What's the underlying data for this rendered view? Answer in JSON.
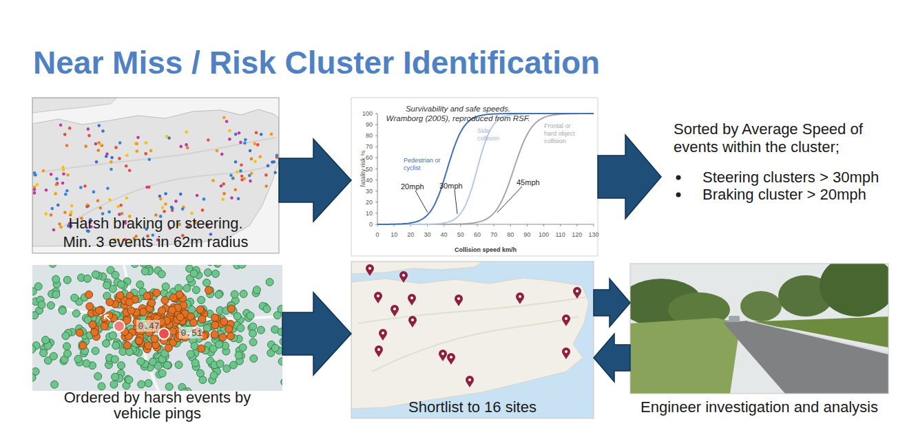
{
  "diagram": {
    "title": "Near Miss / Risk Cluster Identification",
    "nodes": [
      {
        "text": [
          "Harsh braking or steering.",
          "Min. 3 events in 62m radius"
        ]
      },
      {
        "text": [
          "Survivability and safe speeds.",
          "Wramborg (2005), reproduced from RSF."
        ]
      },
      {
        "text": [
          "Sorted by Average Speed of events within the cluster;",
          "Steering clusters > 30mph",
          "Braking cluster > 20mph"
        ]
      },
      {
        "text": [
          "Ordered by harsh events by vehicle pings"
        ]
      },
      {
        "text": [
          "Shortlist to 16 sites"
        ]
      },
      {
        "text": [
          "Engineer investigation and analysis"
        ]
      }
    ],
    "edges": [
      {
        "from": 0,
        "to": 1,
        "arrow": "to"
      },
      {
        "from": 1,
        "to": 2,
        "arrow": "to"
      },
      {
        "from": 3,
        "to": 4,
        "arrow": "to"
      },
      {
        "from": 4,
        "to": 5,
        "arrow": "to"
      },
      {
        "from": 5,
        "to": 4,
        "arrow": "to"
      }
    ],
    "labels": [
      "100",
      "90",
      "80",
      "70",
      "60",
      "50",
      "40",
      "30",
      "20",
      "10",
      "0",
      "0",
      "10",
      "20",
      "30",
      "40",
      "50",
      "60",
      "70",
      "80",
      "90",
      "100",
      "110",
      "120",
      "130",
      "fatality risk %",
      "Pedestrian or cyclist",
      "20mph",
      "30mph",
      "Side collision",
      "45mph",
      "Frontal or hard object collision",
      "Collision speed km/h",
      "0.47",
      "0.51"
    ]
  }
}
